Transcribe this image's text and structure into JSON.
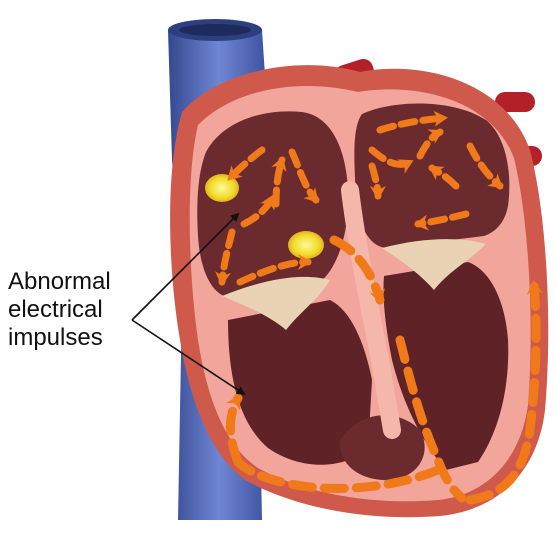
{
  "annotation": {
    "lines": [
      "Abnormal",
      "electrical",
      "impulses"
    ]
  },
  "colors": {
    "impulse": "#f07a1a",
    "myocardium": "#f2a59a",
    "chamber": "#6b2a2e",
    "vein": "#5c74c4",
    "artery": "#b3202a",
    "focus": "#f6e23a"
  },
  "icons": [
    "heart-cross-section",
    "arrow"
  ]
}
